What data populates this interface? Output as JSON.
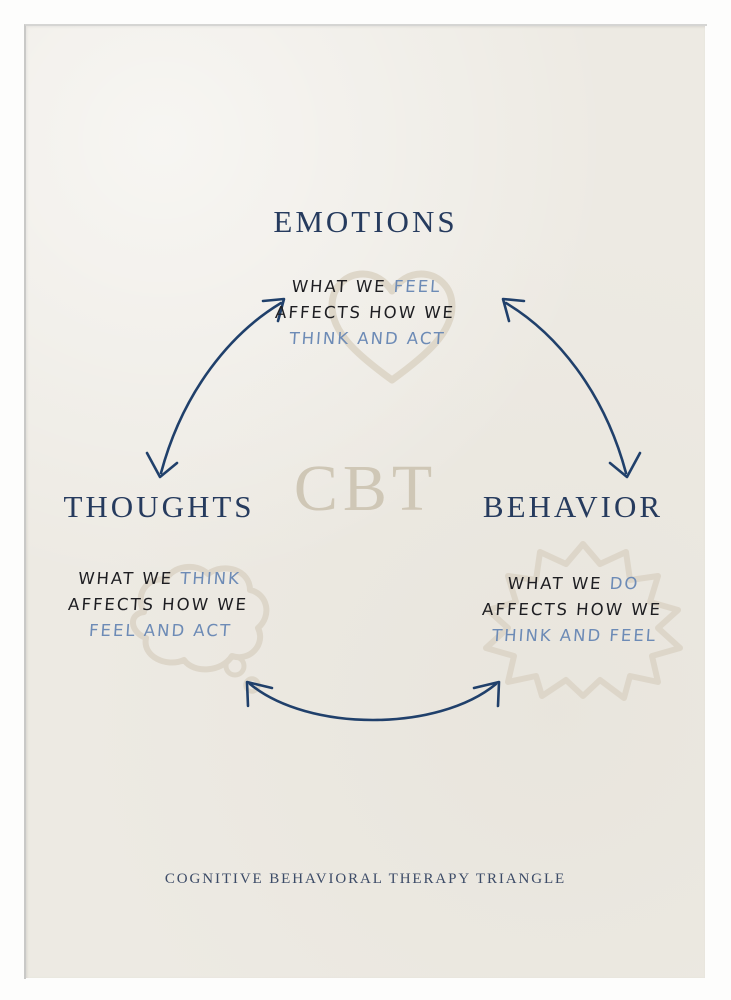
{
  "poster": {
    "background_color": "#EDEAE3",
    "frame_color": "#FDFDFC",
    "navy": "#263B5E",
    "accent_blue": "#6D8BB6",
    "ink": "#1E1E22",
    "deco_tan": "#DCD5C7",
    "cbt_tan": "#CFC7B6"
  },
  "center": {
    "label": "CBT"
  },
  "nodes": {
    "emotions": {
      "heading": "EMOTIONS",
      "icon": "heart-icon",
      "line1_a": "WHAT WE ",
      "line1_b": "FEEL",
      "line2": "AFFECTS HOW WE",
      "line3": "THINK AND ACT"
    },
    "thoughts": {
      "heading": "THOUGHTS",
      "icon": "thought-bubble-icon",
      "line1_a": "WHAT WE ",
      "line1_b": "THINK",
      "line2": "AFFECTS HOW WE",
      "line3": "FEEL AND ACT"
    },
    "behavior": {
      "heading": "BEHAVIOR",
      "icon": "starburst-icon",
      "line1_a": "WHAT WE ",
      "line1_b": "DO",
      "line2": "AFFECTS HOW WE",
      "line3": "THINK AND FEEL"
    }
  },
  "arrows": [
    {
      "name": "arrow-thoughts-emotions",
      "double_headed": true
    },
    {
      "name": "arrow-emotions-behavior",
      "double_headed": true
    },
    {
      "name": "arrow-thoughts-behavior",
      "double_headed": true
    }
  ],
  "caption": {
    "text": "COGNITIVE BEHAVIORAL THERAPY TRIANGLE"
  }
}
